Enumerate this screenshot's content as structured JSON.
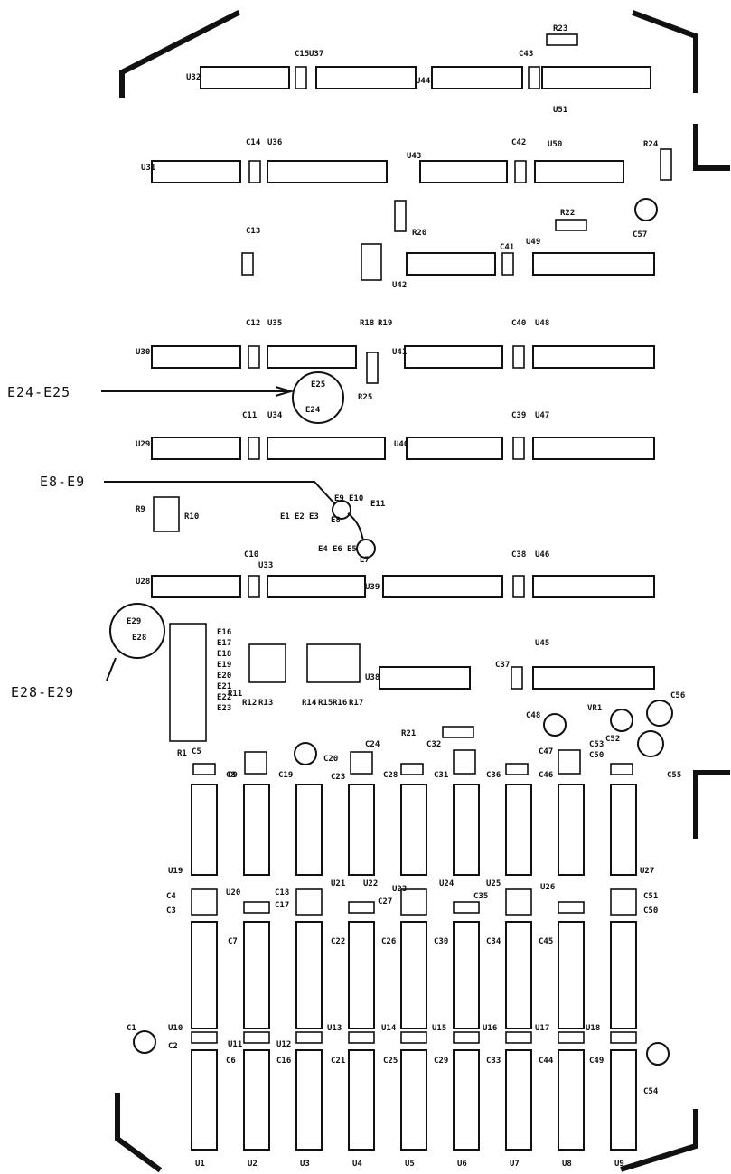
{
  "callouts": [
    {
      "text": "E24-E25"
    },
    {
      "text": "E8-E9"
    },
    {
      "text": "E28-E29"
    }
  ],
  "labels": {
    "u": [
      "U1",
      "U2",
      "U3",
      "U4",
      "U5",
      "U6",
      "U7",
      "U8",
      "U9",
      "U10",
      "U11",
      "U12",
      "U13",
      "U14",
      "U15",
      "U16",
      "U17",
      "U18",
      "U19",
      "U20",
      "U21",
      "U22",
      "U23",
      "U24",
      "U25",
      "U26",
      "U27",
      "U28",
      "U29",
      "U30",
      "U31",
      "U32",
      "U33",
      "U34",
      "U35",
      "U36",
      "U37",
      "U38",
      "U39",
      "U40",
      "U41",
      "U42",
      "U43",
      "U44",
      "U45",
      "U46",
      "U47",
      "U48",
      "U49",
      "U50",
      "U51"
    ],
    "c": [
      "C1",
      "C2",
      "C3",
      "C4",
      "C5",
      "C6",
      "C7",
      "C8",
      "C9",
      "C10",
      "C11",
      "C12",
      "C13",
      "C14",
      "C15",
      "C16",
      "C17",
      "C18",
      "C19",
      "C20",
      "C21",
      "C22",
      "C23",
      "C24",
      "C25",
      "C26",
      "C27",
      "C28",
      "C29",
      "C30",
      "C31",
      "C32",
      "C33",
      "C34",
      "C35",
      "C36",
      "C37",
      "C38",
      "C39",
      "C40",
      "C41",
      "C42",
      "C43",
      "C44",
      "C45",
      "C46",
      "C47",
      "C48",
      "C49",
      "C50",
      "C51",
      "C52",
      "C53",
      "C54",
      "C55",
      "C56",
      "C57"
    ],
    "r": [
      "R1",
      "R9",
      "R10",
      "R11",
      "R12",
      "R13",
      "R14",
      "R15",
      "R16",
      "R17",
      "R18",
      "R19",
      "R20",
      "R21",
      "R22",
      "R23",
      "R24",
      "R25"
    ],
    "e": [
      "E1",
      "E2",
      "E3",
      "E4",
      "E5",
      "E6",
      "E7",
      "E8",
      "E9",
      "E10",
      "E11",
      "E16",
      "E17",
      "E18",
      "E19",
      "E20",
      "E21",
      "E22",
      "E23",
      "E24",
      "E25",
      "E28",
      "E29"
    ],
    "misc": [
      "VR1"
    ]
  }
}
